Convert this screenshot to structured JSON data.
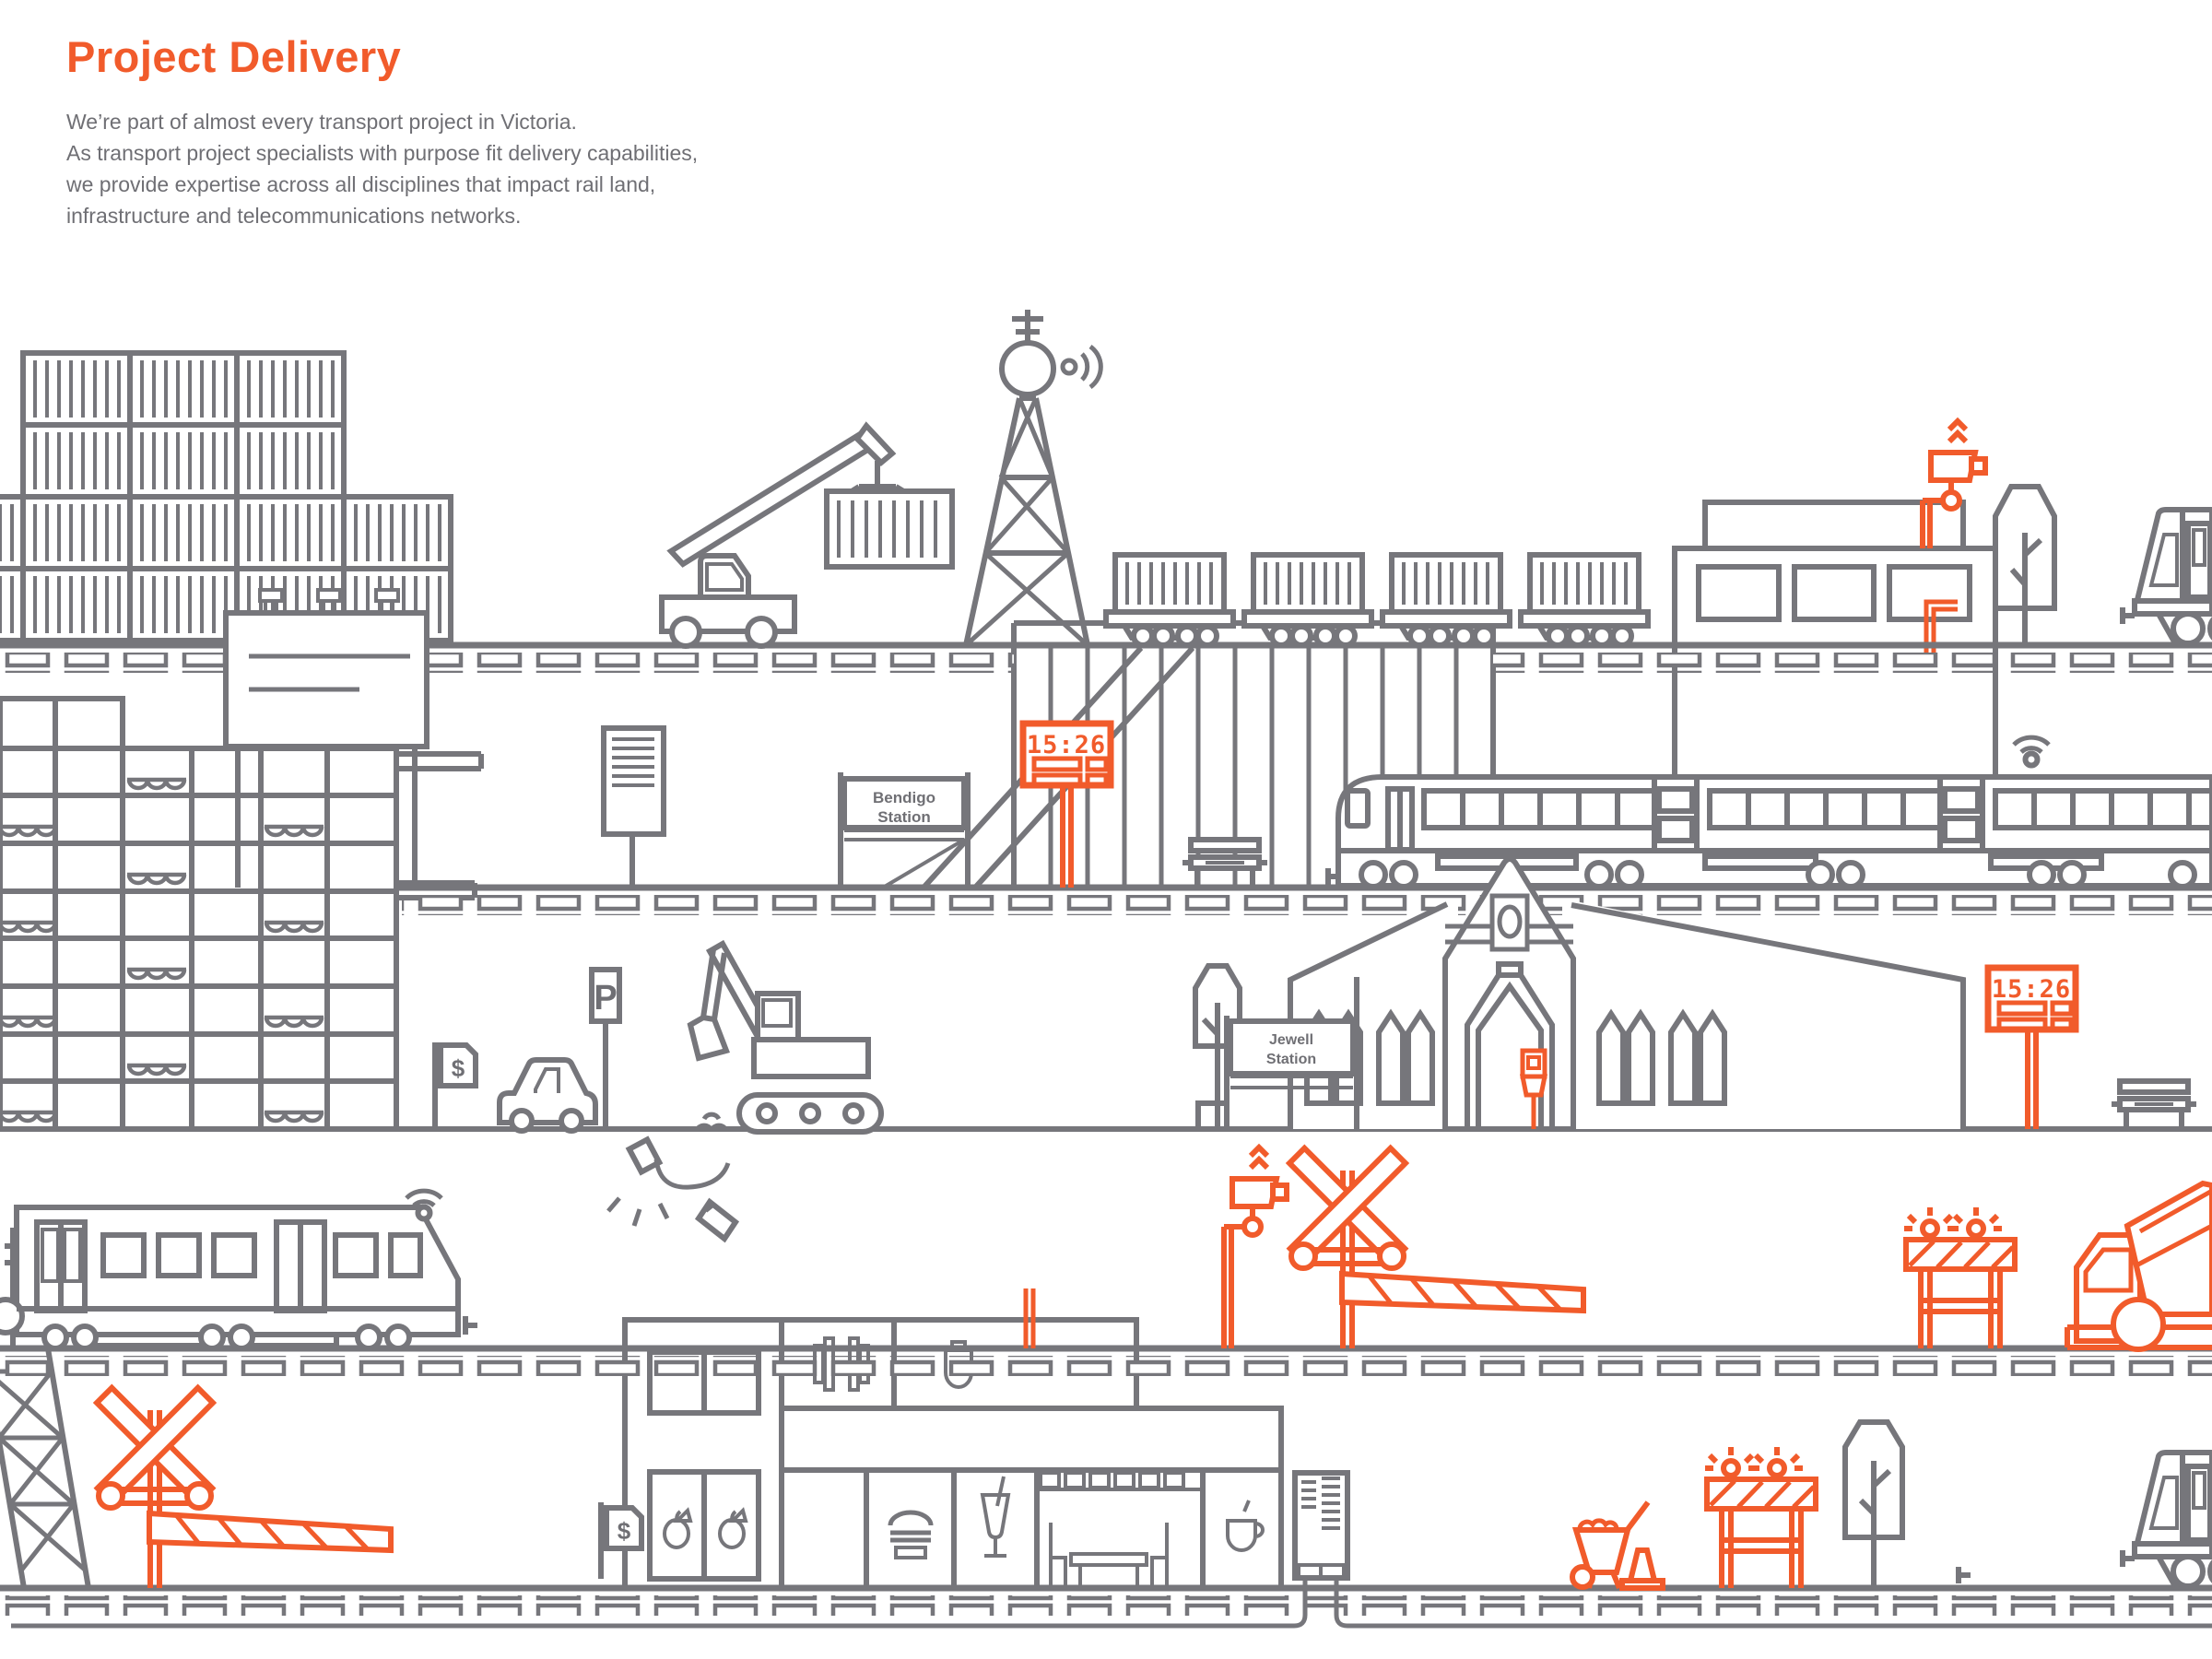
{
  "header": {
    "title": "Project Delivery",
    "intro": [
      "We’re part of almost every transport project in Victoria.",
      "As transport project specialists with purpose fit delivery capabilities,",
      "we provide expertise across all disciplines that impact rail land,",
      "infrastructure and telecommunications networks."
    ]
  },
  "illustration": {
    "signs": {
      "bendigo": {
        "line1": "Bendigo",
        "line2": "Station"
      },
      "jewell": {
        "line1": "Jewell",
        "line2": "Station"
      },
      "clock1": {
        "time": "15:26"
      },
      "clock2": {
        "time": "15:26"
      },
      "parking": "P",
      "car_park_price_flag": "$",
      "shop_price_flag": "$"
    },
    "colors": {
      "accent_orange": "#F15B2B",
      "line_gray": "#76767B",
      "text_gray": "#6F6F74"
    },
    "icon_names": [
      "shipping-containers-icon",
      "crane-truck-icon",
      "radio-tower-icon",
      "signal-waves-icon",
      "freight-wagon-icon",
      "viaduct-icon",
      "billboard-icon",
      "cctv-camera-icon",
      "tree-icon",
      "locomotive-icon",
      "passenger-train-icon",
      "wifi-icon",
      "bench-icon",
      "apartment-building-icon",
      "station-building-icon",
      "ticket-machine-icon",
      "parking-sign-icon",
      "dollar-flag-icon",
      "car-icon",
      "excavator-icon",
      "broken-cable-icon",
      "level-crossing-icon",
      "boom-gate-icon",
      "catenary-mast-icon",
      "pylon-lattice-icon",
      "construction-barrier-icon",
      "cement-truck-icon",
      "dumbbell-icon",
      "punching-bag-icon",
      "apple-icon",
      "burger-icon",
      "drink-glass-icon",
      "coffee-cup-icon",
      "table-chairs-icon",
      "equipment-cabinet-icon",
      "wheelbarrow-icon",
      "traffic-cone-icon",
      "track-buffer-icon",
      "underground-conduit-icon"
    ]
  }
}
